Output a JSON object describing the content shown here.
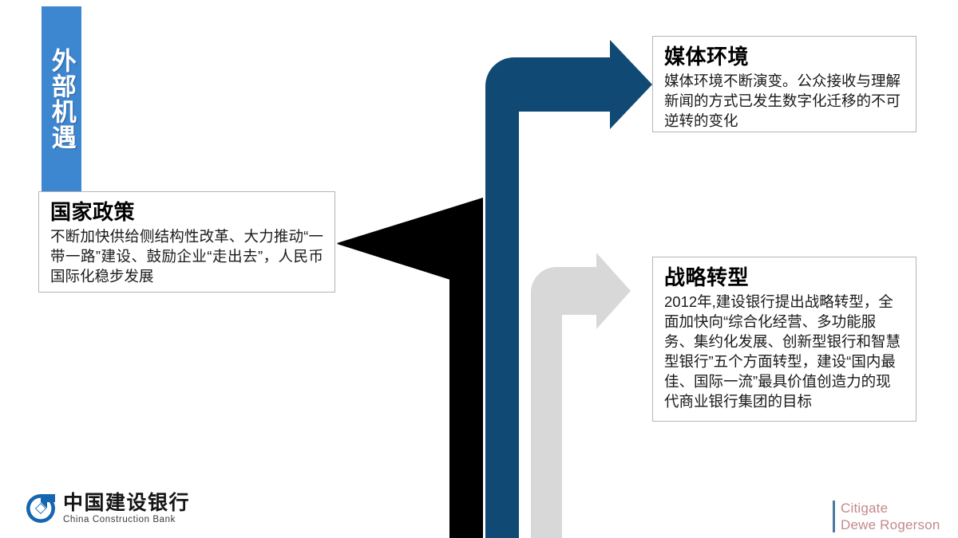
{
  "slide": {
    "banner": {
      "label": "外部机遇",
      "color": "#3d86d0",
      "text_color": "#ffffff"
    },
    "cards": [
      {
        "key": "national_policy",
        "title": "国家政策",
        "body": "不断加快供给侧结构性改革、大力推动“一带一路”建设、鼓励企业“走出去”，人民币国际化稳步发展",
        "border_color": "#b5b5b5"
      },
      {
        "key": "media_environment",
        "title": "媒体环境",
        "body": "媒体环境不断演变。公众接收与理解新闻的方式已发生数字化迁移的不可逆转的变化",
        "border_color": "#b5b5b5"
      },
      {
        "key": "strategic_transformation",
        "title": "战略转型",
        "body": "2012年,建设银行提出战略转型，全面加快向“综合化经营、多功能服务、集约化发展、创新型银行和智慧型银行”五个方面转型，建设“国内最佳、国际一流”最具价值创造力的现代商业银行集团的目标",
        "border_color": "#b5b5b5"
      }
    ],
    "arrows": [
      {
        "name": "arrow-to-media-environment",
        "color": "#104a74",
        "direction": "up-then-right",
        "points_to": "媒体环境"
      },
      {
        "name": "arrow-to-national-policy",
        "color": "#000000",
        "direction": "up-then-left",
        "points_to": "国家政策"
      },
      {
        "name": "arrow-to-strategic-transformation",
        "color": "#d8d8d8",
        "direction": "up-then-right",
        "points_to": "战略转型"
      }
    ],
    "logos": {
      "ccb": {
        "mark": "ccb-emblem-icon",
        "name_cn": "中国建设银行",
        "name_en": "China Construction Bank",
        "mark_color": "#1566b0"
      },
      "citigate": {
        "line1": "Citigate",
        "line2": "Dewe Rogerson",
        "bar_color": "#4a7a9b",
        "text_color": "#c4888c"
      }
    }
  }
}
